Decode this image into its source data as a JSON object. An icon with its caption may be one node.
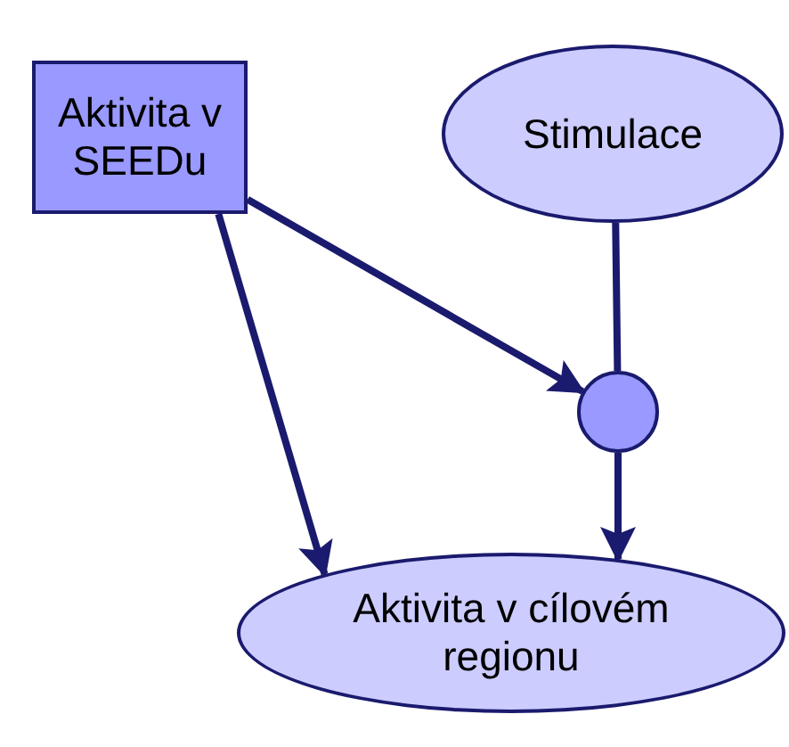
{
  "diagram": {
    "nodes": [
      {
        "text": [
          "Aktivita v SEEDu"
        ]
      },
      {
        "text": [
          "Stimulace"
        ]
      },
      {
        "text": [],
        "shape": "circle"
      },
      {
        "text": [
          "Aktivita v cílovém regionu"
        ]
      }
    ],
    "edges": [
      {
        "from": 0,
        "to": 2,
        "arrow": "to"
      },
      {
        "from": 0,
        "to": 3,
        "arrow": "to"
      },
      {
        "from": 1,
        "to": 2,
        "arrow": "none"
      },
      {
        "from": 2,
        "to": 3,
        "arrow": "to"
      }
    ]
  }
}
